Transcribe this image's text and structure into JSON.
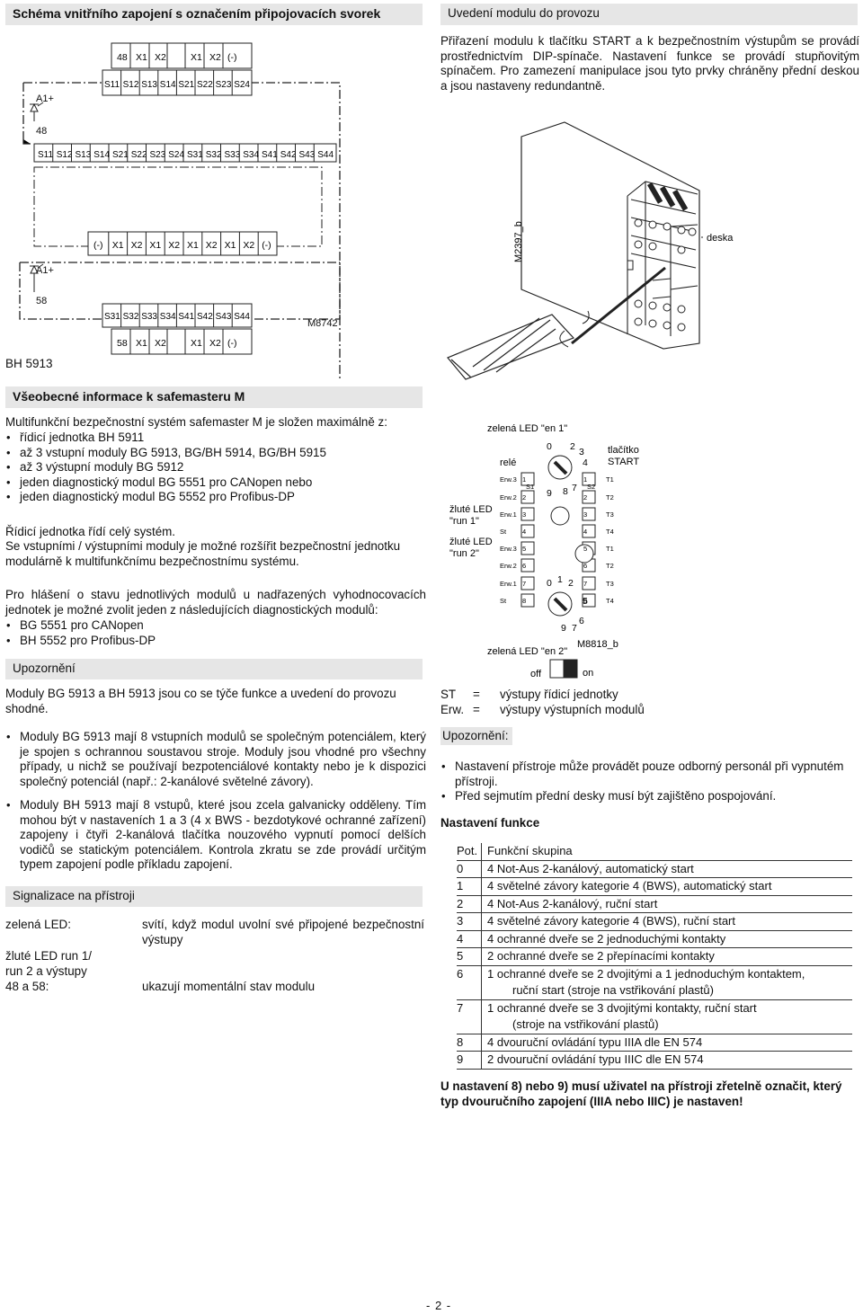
{
  "left": {
    "schema_title": "Schéma vnitřního zapojení s označením připojovacích svorek",
    "diagram": {
      "top_terms_upper": [
        "48",
        "X1",
        "X2",
        "X1",
        "X2",
        "(-)"
      ],
      "top_terms_lower": [
        "S11",
        "S12",
        "S13",
        "S14",
        "S21",
        "S22",
        "S23",
        "S24"
      ],
      "a1_upper": "A1+",
      "label_48": "48",
      "mid_terms": [
        "S11",
        "S12",
        "S13",
        "S14",
        "S21",
        "S22",
        "S23",
        "S24",
        "S31",
        "S32",
        "S33",
        "S34",
        "S41",
        "S42",
        "S43",
        "S44"
      ],
      "mid_lower_terms": [
        "(-)",
        "X1",
        "X2",
        "X1",
        "X2",
        "X1",
        "X2",
        "X1",
        "X2",
        "(-)"
      ],
      "a1_lower": "A1+",
      "label_58": "58",
      "bottom_terms_upper": [
        "S31",
        "S32",
        "S33",
        "S34",
        "S41",
        "S42",
        "S43",
        "S44"
      ],
      "bottom_terms_lower": [
        "58",
        "X1",
        "X2",
        "X1",
        "X2",
        "(-)"
      ],
      "code": "M8742",
      "model": "BH 5913"
    },
    "general_title": "Všeobecné informace k safemasteru M",
    "general_intro": "Multifunkční bezpečnostní systém safemaster M je složen maximálně z:",
    "general_items": [
      "řídicí jednotka BH 5911",
      "až 3 vstupní moduly BG 5913, BG/BH 5914, BG/BH 5915",
      "až 3 výstupní moduly BG 5912",
      "jeden diagnostický modul BG 5551 pro CANopen nebo",
      "jeden diagnostický modul BG 5552 pro Profibus-DP"
    ],
    "control_p1": "Řídicí jednotka řídí celý systém.",
    "control_p2": "Se vstupními / výstupními moduly je možné rozšířit bezpečnostní jednotku modulárně k multifunkčnímu bezpečnostnímu systému.",
    "diag_p": "Pro hlášení o stavu jednotlivých modulů u nadřazených vyhodnocovacích jednotek je možné zvolit jeden z následujících diagnostických modulů:",
    "diag_items": [
      "BG 5551 pro CANopen",
      "BH 5552 pro Profibus-DP"
    ],
    "upoz_title": "Upozornění",
    "upoz_p": "Moduly BG 5913 a BH 5913 jsou co se týče funkce a uvedení do provozu shodné.",
    "upoz_items": [
      "Moduly BG 5913 mají 8 vstupních modulů se společným potenciálem, který je spojen s ochrannou soustavou stroje. Moduly jsou vhodné pro všechny případy, u nichž se používají bezpotenciálové kontakty nebo je k dispozici společný potenciál (např.: 2-kanálové světelné závory).",
      "Moduly BH 5913 mají 8 vstupů, které jsou zcela galvanicky odděleny. Tím mohou být v nastaveních 1 a 3 (4 x BWS - bezdotykové ochranné zařízení) zapojeny i čtyři 2-kanálová tlačítka nouzového vypnutí pomocí delších vodičů se statickým potenciálem. Kontrola zkratu se zde provádí určitým typem zapojení podle příkladu zapojení."
    ],
    "sig_title": "Signalizace na přístroji",
    "sig_green_label": "zelená LED:",
    "sig_green_desc": "svítí, když modul uvolní své připojené bezpečnostní výstupy",
    "sig_yellow_label_1": "žluté LED run 1/",
    "sig_yellow_label_2": "run 2 a výstupy",
    "sig_yellow_label_3": "48 a 58:",
    "sig_yellow_desc": "ukazují momentální stav modulu"
  },
  "right": {
    "commission_title": "Uvedení modulu do provozu",
    "commission_p": "Přiřazení modulu k tlačítku START a k bezpečnostním výstupům se provádí prostřednictvím DIP-spínače. Nastavení funkce se provádí stupňovitým spínačem. Pro zamezení manipulace jsou tyto prvky chráněny přední deskou a jsou nastaveny redundantně.",
    "device_code": "M2397_b",
    "device_label": "deska",
    "sw": {
      "green_en1": "zelená LED \"en 1\"",
      "green_en2": "zelená LED \"en 2\"",
      "rele": "relé",
      "yellow_run1_a": "žluté LED",
      "yellow_run1_b": "\"run 1\"",
      "yellow_run2_a": "žluté LED",
      "yellow_run2_b": "\"run 2\"",
      "button_a": "tlačítko",
      "button_b": "START",
      "left_labels": [
        "Erw.3",
        "Erw.2",
        "Erw.1",
        "St",
        "Erw.3",
        "Erw.2",
        "Erw.1",
        "St"
      ],
      "right_labels": [
        "T1",
        "T2",
        "T3",
        "T4",
        "T1",
        "T2",
        "T3",
        "T4"
      ],
      "dial1_digits": [
        "0",
        "2",
        "3",
        "4",
        "9",
        "8",
        "7"
      ],
      "dial2_digits": [
        "0",
        "1",
        "2",
        "5",
        "6",
        "9",
        "7"
      ],
      "s1": "S1",
      "s2": "S2",
      "code": "M8818_b",
      "off": "off",
      "on": "on"
    },
    "legend": [
      {
        "abbr": "ST",
        "eq": "=",
        "desc": "výstupy řídicí jednotky"
      },
      {
        "abbr": "Erw.",
        "eq": "=",
        "desc": "výstupy výstupních modulů"
      }
    ],
    "upoz_title": "Upozornění:",
    "upoz_items": [
      "Nastavení přístroje může provádět pouze odborný personál při vypnutém přístroji.",
      "Před sejmutím přední desky musí být zajištěno pospojování."
    ],
    "func_title": "Nastavení funkce",
    "table_head": {
      "pos": "Pot.",
      "group": "Funkční skupina"
    },
    "table_rows": [
      {
        "pos": "0",
        "text": "4 Not-Aus 2-kanálový, automatický start"
      },
      {
        "pos": "1",
        "text": "4 světelné závory kategorie 4 (BWS), automatický start"
      },
      {
        "pos": "2",
        "text": "4 Not-Aus 2-kanálový, ruční start"
      },
      {
        "pos": "3",
        "text": "4 světelné závory kategorie 4 (BWS), ruční start"
      },
      {
        "pos": "4",
        "text": "4 ochranné dveře se 2 jednoduchými kontakty"
      },
      {
        "pos": "5",
        "text": "2 ochranné dveře se 2 přepínacími kontakty"
      },
      {
        "pos": "6",
        "text": "1 ochranné dveře se 2 dvojitými a 1 jednoduchým kontaktem,",
        "cont": "ruční start (stroje na vstřikování plastů)"
      },
      {
        "pos": "7",
        "text": "1 ochranné dveře se 3 dvojitými kontakty, ruční start",
        "cont": "(stroje na vstřikování plastů)"
      },
      {
        "pos": "8",
        "text": "4 dvouruční ovládání typu IIIA dle EN 574"
      },
      {
        "pos": "9",
        "text": "2 dvouruční ovládání typu IIIC dle EN 574"
      }
    ],
    "final_note": "U nastavení 8) nebo 9) musí uživatel na přístroji zřetelně označit, který typ dvouručního zapojení (IIIA nebo IIIC) je nastaven!"
  },
  "page_number": "- 2 -"
}
